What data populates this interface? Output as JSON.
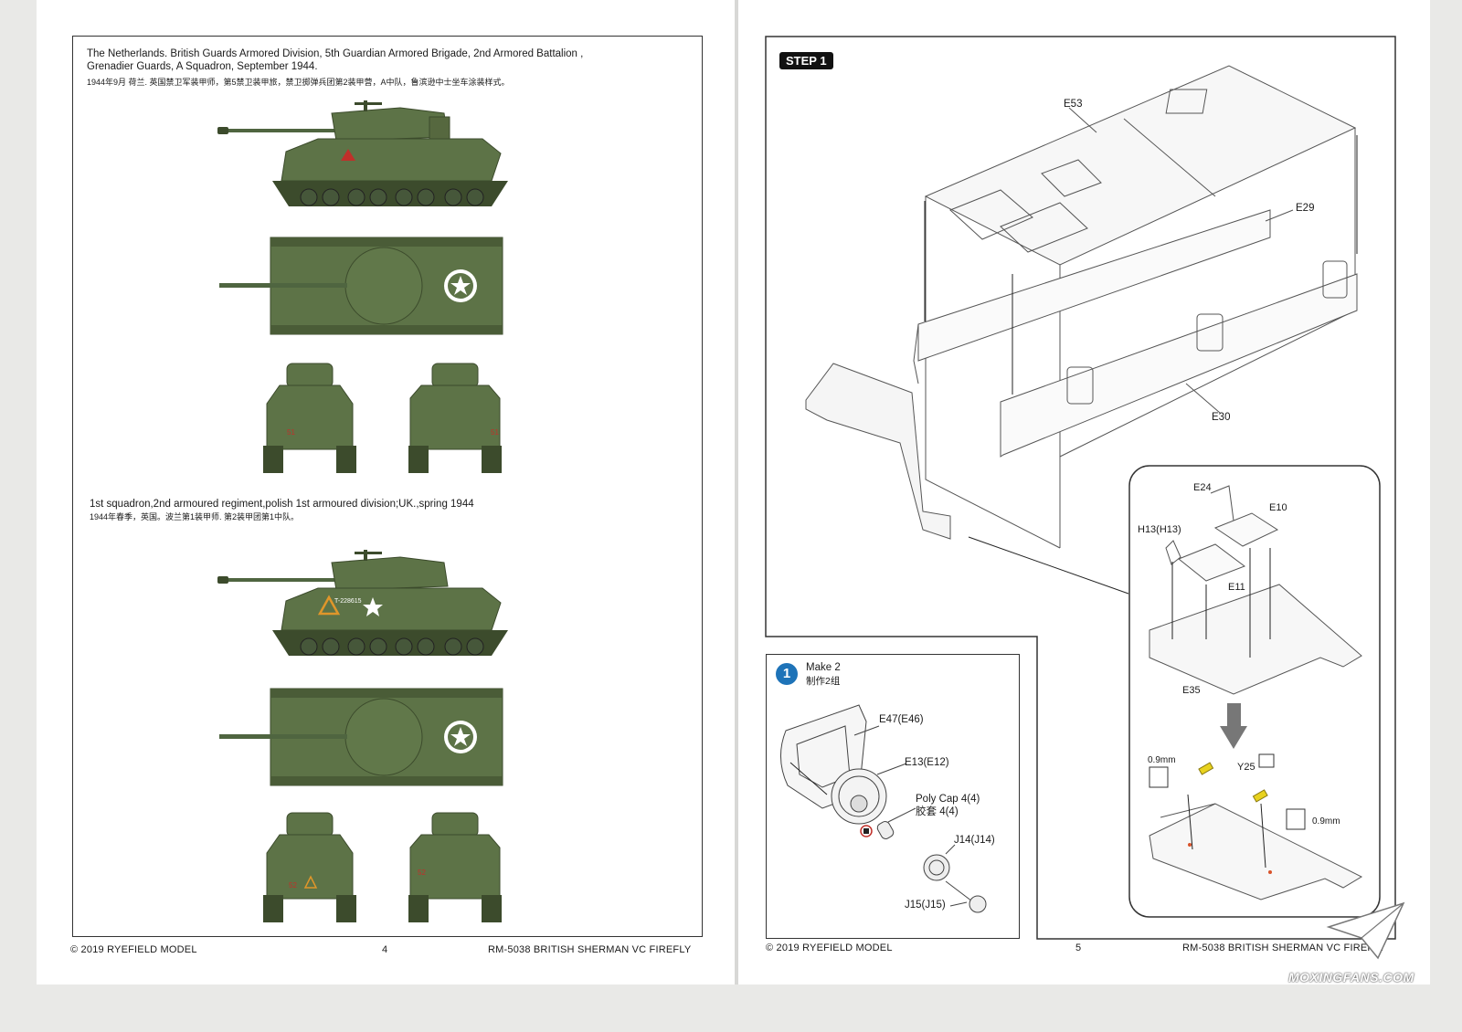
{
  "left_page": {
    "scheme1": {
      "caption_en": "The Netherlands. British Guards Armored Division, 5th Guardian Armored Brigade, 2nd Armored Battalion ,\nGrenadier Guards, A Squadron, September 1944.",
      "caption_cn": "1944年9月  荷兰.  英国禁卫军装甲师，第5禁卫装甲旅，禁卫掷弹兵团第2装甲营，A中队，鲁滨逊中士坐车涂装样式。",
      "marking_number": "51"
    },
    "scheme2": {
      "caption_en": "1st squadron,2nd armoured regiment,polish 1st armoured division;UK.,spring 1944",
      "caption_cn": "1944年春季，英国。波兰第1装甲师. 第2装甲团第1中队。",
      "serial": "T-228615",
      "marking_number": "52"
    },
    "footer": {
      "copyright": "© 2019 RYEFIELD MODEL",
      "page": "4",
      "product": "RM-5038 BRITISH SHERMAN VC FIREFLY"
    }
  },
  "right_page": {
    "step_label": "STEP 1",
    "parts": {
      "e53": "E53",
      "e29": "E29",
      "e30": "E30",
      "e24": "E24",
      "e10": "E10",
      "h13": "H13(H13)",
      "e11": "E11",
      "e35": "E35",
      "y25": "Y25",
      "drill1": "0.9mm",
      "drill2": "0.9mm"
    },
    "subassembly": {
      "number": "1",
      "make_en": "Make 2",
      "make_cn": "制作2组",
      "e47": "E47(E46)",
      "e13": "E13(E12)",
      "poly_en": "Poly Cap 4(4)",
      "poly_cn": "胶套  4(4)",
      "j14": "J14(J14)",
      "j15": "J15(J15)"
    },
    "footer": {
      "copyright": "© 2019 RYEFIELD MODEL",
      "page": "5",
      "product": "RM-5038 BRITISH SHERMAN VC FIREFLY"
    }
  },
  "watermark": "MOXINGFANS.COM",
  "colors": {
    "tank_green": "#5d7347",
    "tank_dark": "#3c4b2c",
    "callout_blue": "#1e73b8",
    "photoetch_yellow": "#e8d21e",
    "marking_red": "#c0302a",
    "marking_orange": "#e0962a"
  }
}
